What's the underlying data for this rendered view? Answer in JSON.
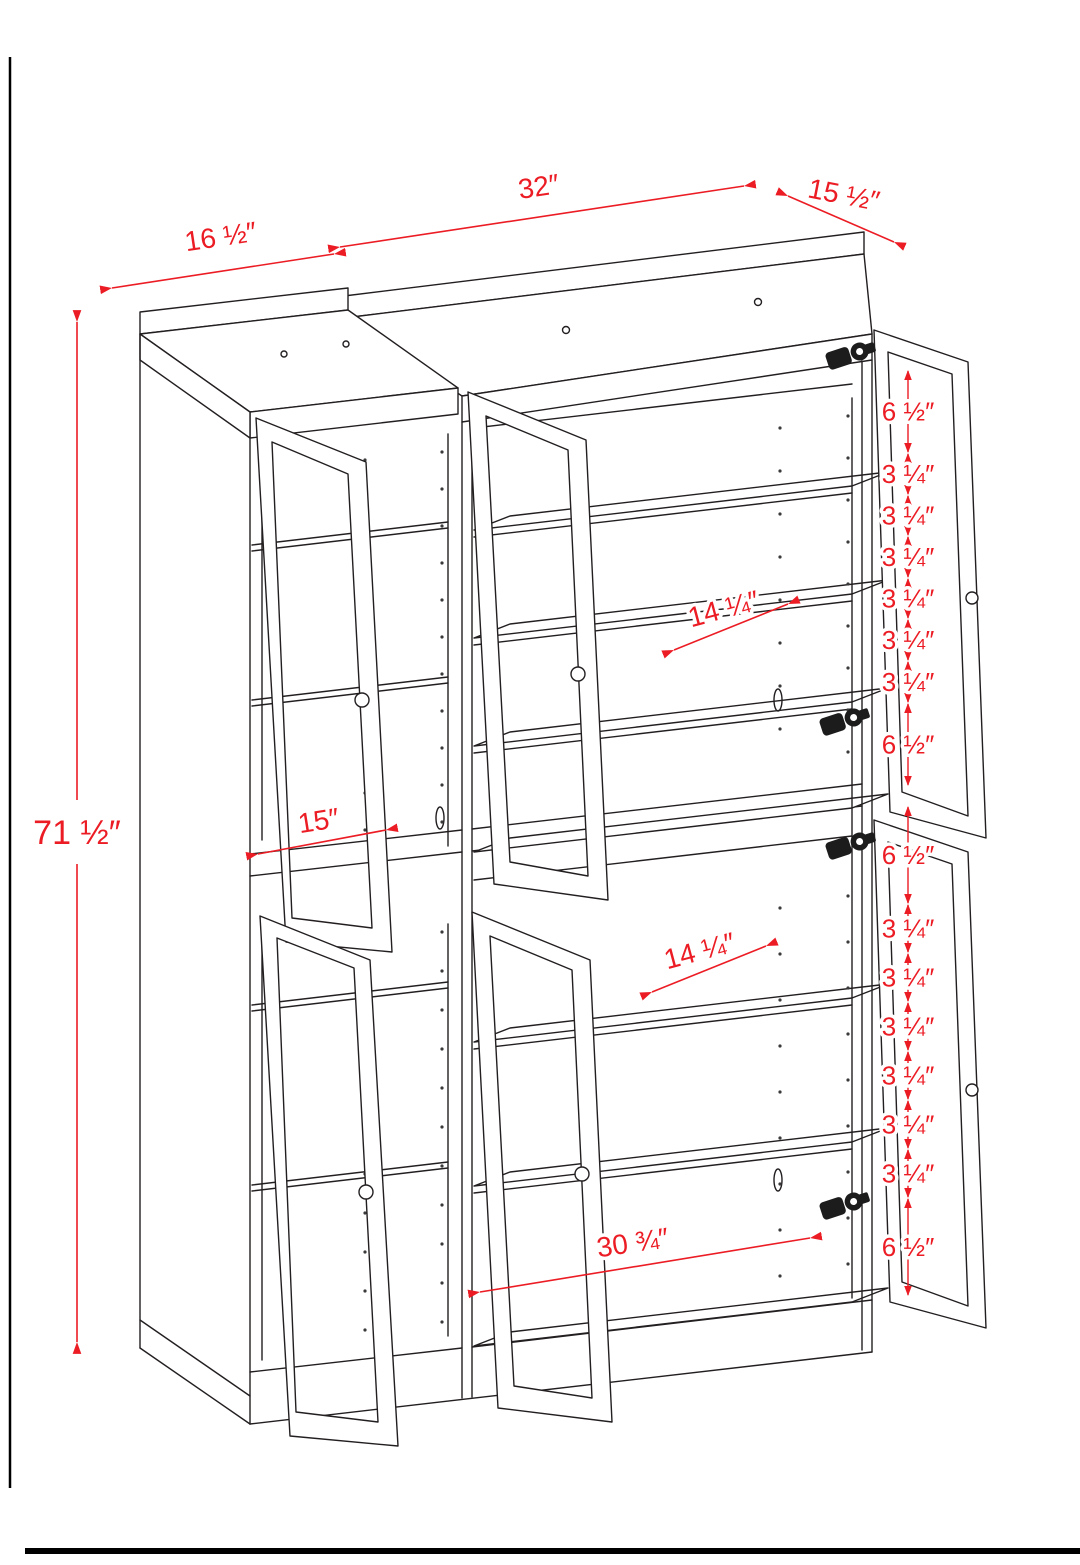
{
  "page": {
    "background": "#ffffff",
    "line_color": "#231f20",
    "dimension_color": "#ec1c24"
  },
  "diagram": {
    "labels": {
      "width_left": "16 ½″",
      "width_main": "32″",
      "depth": "15 ½″",
      "height": "71 ½″",
      "interior_left_width": "15″",
      "shelf_depth_upper": "14 ¼″",
      "shelf_depth_lower": "14 ¼″",
      "interior_bottom_width": "30 ¾″"
    },
    "hole_spacing_chain_upper": [
      "6 ½″",
      "3 ¼″",
      "3 ¼″",
      "3 ¼″",
      "3 ¼″",
      "3 ¼″",
      "3 ¼″",
      "6 ½″"
    ],
    "hole_spacing_chain_lower": [
      "6 ½″",
      "3 ¼″",
      "3 ¼″",
      "3 ¼″",
      "3 ¼″",
      "3 ¼″",
      "3 ¼″",
      "6 ½″"
    ]
  }
}
